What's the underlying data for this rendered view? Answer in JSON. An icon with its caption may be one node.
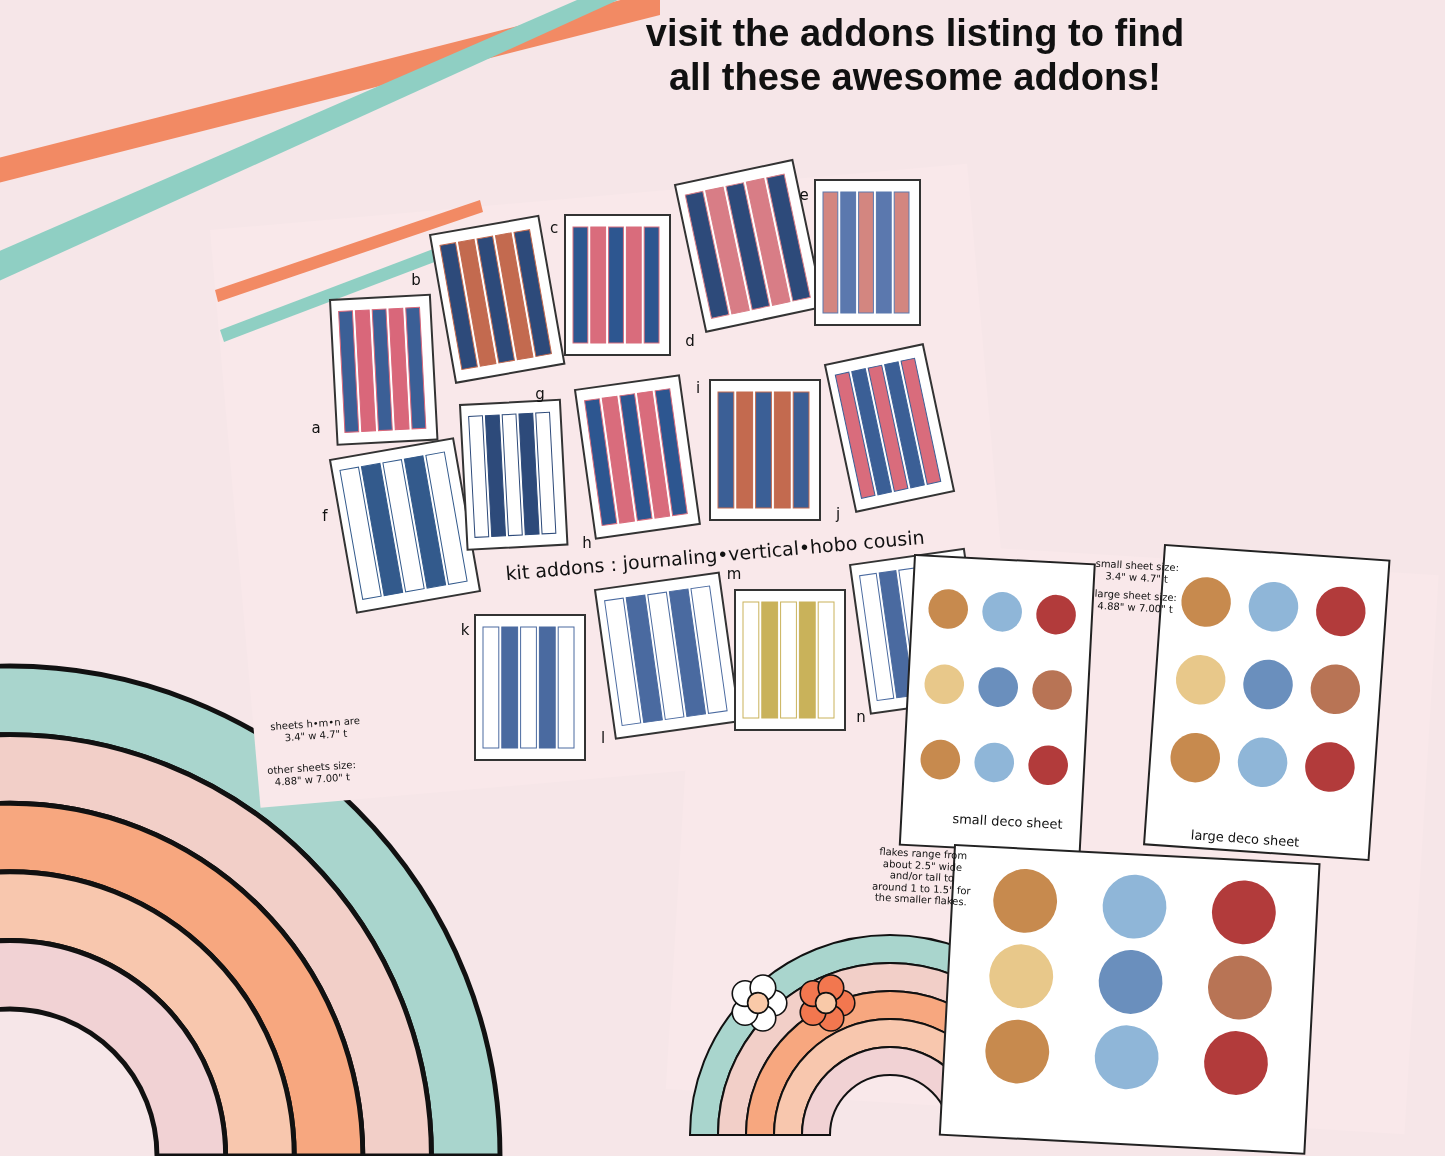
{
  "diagram": {
    "title": "visit the addons listing to find all these awesome addons!",
    "labels": [
      "a",
      "b",
      "c",
      "d",
      "e",
      "f",
      "g",
      "h",
      "i",
      "j",
      "k",
      "l",
      "m",
      "n",
      "kit addons : journaling•vertical•hobo cousin",
      "sheets h•m•n are 3.4\" w 4.7\" t",
      "other sheets size: 4.88\" w 7.00\" t",
      "small sheet size: 3.4\" w 4.7\" t",
      "large sheet size: 4.88\" w 7.00\" t",
      "small deco sheet",
      "large deco sheet",
      "flakes range from about 2.5\" wide and/or tall to around 1 to 1.5\" for the smaller flakes."
    ]
  }
}
